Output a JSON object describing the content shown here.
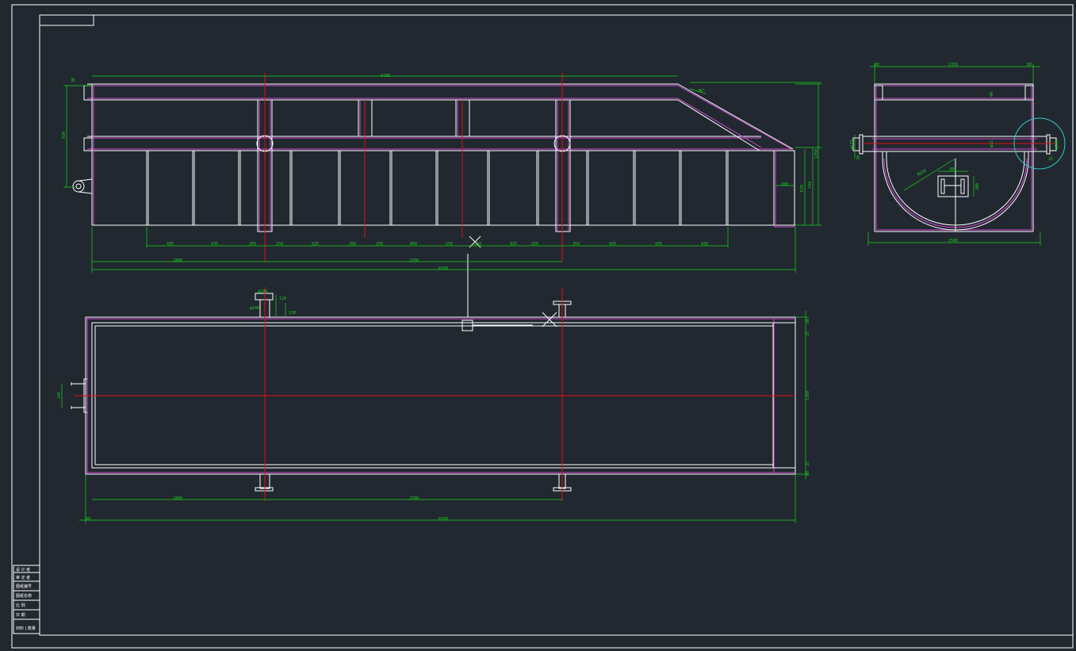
{
  "colors": {
    "background": "#212830",
    "outline": "#ffffff",
    "section": "#d14ad1",
    "dimension": "#19d319",
    "centerline": "#e01010",
    "detail_circle": "#2fc9c9"
  },
  "front_view": {
    "overall_top": "5436",
    "left_small": "30",
    "left_height": "930",
    "slope_label": "30°",
    "right_height_total": "1350",
    "right_h1": "744",
    "right_h2": "670",
    "right_w": "200",
    "bays": [
      "435",
      "435",
      "250",
      "250",
      "925",
      "250",
      "250",
      "800",
      "250",
      "250",
      "925",
      "250",
      "350",
      "435",
      "435",
      "435"
    ],
    "span_1800": "1800",
    "span_2700": "2700",
    "overall_bottom": "6500"
  },
  "plan_view": {
    "pipe_top_labels": [
      "φ100",
      "120",
      "φ108",
      "130"
    ],
    "right_dims": [
      "80",
      "25",
      "1350",
      "25",
      "80"
    ],
    "left_dim": "245",
    "span_1800": "1800",
    "span_2700": "2700",
    "left_small": "80",
    "overall": "6500"
  },
  "end_view": {
    "top_left": "80",
    "top_mid": "1350",
    "top_right": "80",
    "left_dims": [
      "φ115",
      "30"
    ],
    "radius": "R650",
    "box_w": "300",
    "box_h": "200",
    "inner_dims": [
      "40",
      "φ11",
      "φ108",
      "25"
    ],
    "bottom": "1500"
  },
  "title_block": {
    "rows": [
      "设 计 者",
      "审 定 者",
      "图纸编号",
      "图纸名称",
      "比 例",
      "日 期",
      "材料 | 数量"
    ]
  }
}
